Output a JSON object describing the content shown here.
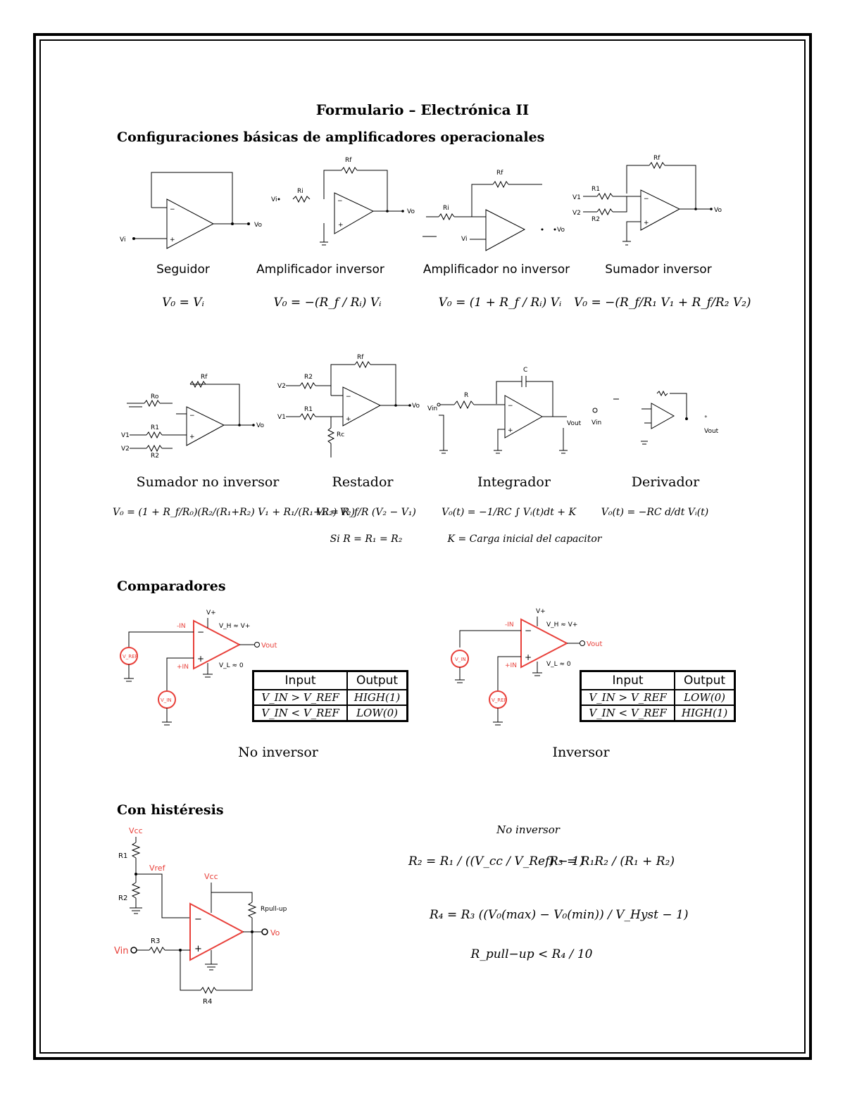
{
  "document": {
    "title": "Formulario – Electrónica II",
    "sections": {
      "basic": "Configuraciones básicas de amplificadores operacionales",
      "comparators": "Comparadores",
      "hysteresis": "Con histéresis"
    }
  },
  "basic_row1": [
    {
      "caption": "Seguidor",
      "formula": "V₀ = Vᵢ"
    },
    {
      "caption": "Amplificador inversor",
      "formula": "V₀ = −(R_f / Rᵢ) Vᵢ"
    },
    {
      "caption": "Amplificador no inversor",
      "formula": "V₀ = (1 + R_f / Rᵢ) Vᵢ"
    },
    {
      "caption": "Sumador inversor",
      "formula": "V₀ = −(R_f/R₁ V₁ + R_f/R₂ V₂)"
    }
  ],
  "basic_row2": [
    {
      "caption": "Sumador no inversor",
      "formula": "V₀ = (1 + R_f/R₀)(R₂/(R₁+R₂) V₁ + R₁/(R₁+R₂) V₂)"
    },
    {
      "caption": "Restador",
      "formula": "V₀ = R_f/R (V₂ − V₁)",
      "note": "Si R = R₁ = R₂"
    },
    {
      "caption": "Integrador",
      "formula": "V₀(t) = −1/RC ∫ Vᵢ(t)dt + K",
      "note": "K = Carga inicial del capacitor"
    },
    {
      "caption": "Derivador",
      "formula": "V₀(t) = −RC d/dt Vᵢ(t)"
    }
  ],
  "comparators": [
    {
      "caption": "No inversor",
      "headers": [
        "Input",
        "Output"
      ],
      "rows": [
        [
          "V_IN > V_REF",
          "HIGH(1)"
        ],
        [
          "V_IN < V_REF",
          "LOW(0)"
        ]
      ],
      "labels": {
        "minus": "-IN",
        "plus": "+IN",
        "vplus": "V+",
        "vh": "V_H ≈ V+",
        "vl": "V_L ≈ 0",
        "vout": "Vout",
        "top_src": "V_REF",
        "bot_src": "V_IN"
      }
    },
    {
      "caption": "Inversor",
      "headers": [
        "Input",
        "Output"
      ],
      "rows": [
        [
          "V_IN > V_REF",
          "LOW(0)"
        ],
        [
          "V_IN < V_REF",
          "HIGH(1)"
        ]
      ],
      "labels": {
        "minus": "-IN",
        "plus": "+IN",
        "vplus": "V+",
        "vh": "V_H ≈ V+",
        "vl": "V_L ≈ 0",
        "vout": "Vout",
        "top_src": "V_IN",
        "bot_src": "V_REF"
      }
    }
  ],
  "hysteresis": {
    "subtitle": "No inversor",
    "r2": "R₂ = R₁ / ((V_cc / V_Ref) − 1)",
    "r3": "R₃ = R₁R₂ / (R₁ + R₂)",
    "r4": "R₄ = R₃ ((V₀(max) − V₀(min)) / V_Hyst − 1)",
    "rpull": "R_pull−up < R₄ / 10",
    "circuit": {
      "vcc": "Vcc",
      "vref": "Vref",
      "vin": "Vin",
      "vo": "Vo",
      "r1": "R1",
      "r2": "R2",
      "r3": "R3",
      "r4": "R4",
      "rpull": "Rpull-up"
    }
  },
  "colors": {
    "accent_red": "#e8403a",
    "ink": "#000000"
  }
}
